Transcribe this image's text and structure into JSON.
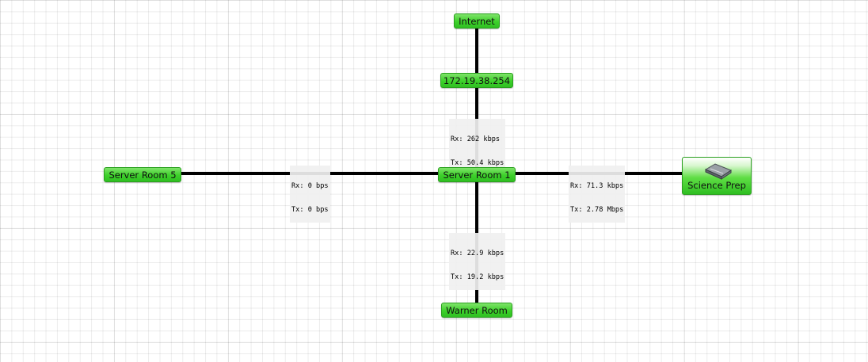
{
  "nodes": {
    "internet": "Internet",
    "gateway": "172.19.38.254",
    "server_room_1": "Server Room 1",
    "server_room_5": "Server Room 5",
    "science_prep": "Science Prep",
    "warner_room": "Warner Room"
  },
  "links": {
    "gateway_to_sr1": {
      "rx": "Rx: 262 kbps",
      "tx": "Tx: 50.4 kbps"
    },
    "sr5_to_sr1": {
      "rx": "Rx: 0 bps",
      "tx": "Tx: 0 bps"
    },
    "sr1_to_science": {
      "rx": "Rx: 71.3 kbps",
      "tx": "Tx: 2.78 Mbps"
    },
    "sr1_to_warner": {
      "rx": "Rx: 22.9 kbps",
      "tx": "Tx: 19.2 kbps"
    }
  },
  "colors": {
    "node_fill": "#3dd12a",
    "link": "#000000",
    "grid": "#e6e6e6"
  },
  "icons": {
    "science_prep": "network-switch-icon"
  }
}
